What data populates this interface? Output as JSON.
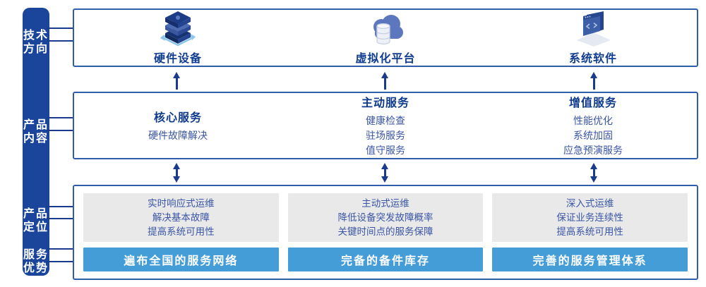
{
  "colors": {
    "sidebar_bg": "#1A459B",
    "box_border": "#2E5EA9",
    "heading_navy": "#0E3A8C",
    "body_blue": "#3A55A4",
    "bar_blue": "#459DD7",
    "gray_panel": "#E9E9EA",
    "arrow_navy": "#1A3B8D"
  },
  "sidebar": {
    "items": [
      {
        "id": "tech-direction",
        "lines": [
          "技术",
          "方向"
        ]
      },
      {
        "id": "product-content",
        "lines": [
          "产品",
          "内容"
        ]
      },
      {
        "id": "product-positioning",
        "lines": [
          "产品",
          "定位"
        ]
      },
      {
        "id": "service-advantage",
        "lines": [
          "服务",
          "优势"
        ]
      }
    ]
  },
  "top_row": {
    "items": [
      {
        "icon": "server-stack-icon",
        "label": "硬件设备"
      },
      {
        "icon": "cloud-database-icon",
        "label": "虚拟化平台"
      },
      {
        "icon": "software-window-icon",
        "label": "系统软件"
      }
    ]
  },
  "middle_row": {
    "columns": [
      {
        "heading": "核心服务",
        "items": [
          "硬件故障解决"
        ]
      },
      {
        "heading": "主动服务",
        "items": [
          "健康检查",
          "驻场服务",
          "值守服务"
        ]
      },
      {
        "heading": "增值服务",
        "items": [
          "性能优化",
          "系统加固",
          "应急预演服务"
        ]
      }
    ]
  },
  "bottom_row": {
    "columns": [
      {
        "positioning": [
          "实时响应式运维",
          "解决基本故障",
          "提高系统可用性"
        ],
        "advantage": "遍布全国的服务网络"
      },
      {
        "positioning": [
          "主动式运维",
          "降低设备突发故障概率",
          "关键时间点的服务保障"
        ],
        "advantage": "完备的备件库存"
      },
      {
        "positioning": [
          "深入式运维",
          "保证业务连续性",
          "提高系统可用性"
        ],
        "advantage": "完善的服务管理体系"
      }
    ]
  }
}
